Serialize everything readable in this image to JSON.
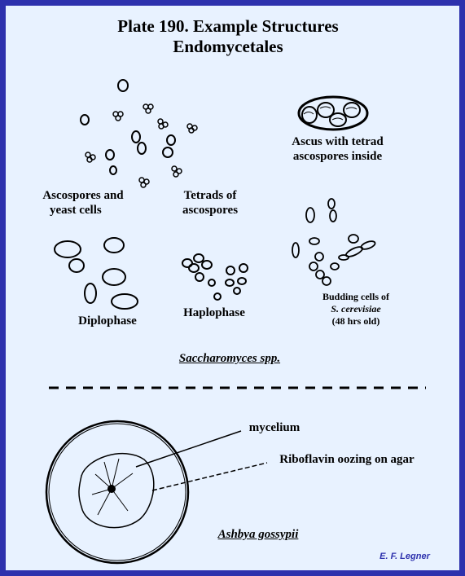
{
  "plate": {
    "title_line1": "Plate 190.  Example Structures",
    "title_line2": "Endomycetales"
  },
  "top_section": {
    "label_ascospores_line1": "Ascospores and",
    "label_ascospores_line2": "yeast cells",
    "label_tetrads_line1": "Tetrads of",
    "label_tetrads_line2": "ascospores",
    "label_ascus_line1": "Ascus with tetrad",
    "label_ascus_line2": "ascospores inside",
    "label_diplophase": "Diplophase",
    "label_haplophase": "Haplophase",
    "label_budding_line1": "Budding cells of",
    "label_budding_line2": "S. cerevisiae",
    "label_budding_line3": "(48 hrs old)",
    "genus_caption": "Saccharomyces spp."
  },
  "bottom_section": {
    "label_mycelium": "mycelium",
    "label_riboflavin": "Riboflavin oozing on agar",
    "species_caption": "Ashbya gossypii"
  },
  "credit": "E. F. Legner",
  "colors": {
    "frame_border": "#2d31ad",
    "background": "#e8f2ff",
    "credit_text": "#2d31ad",
    "ink": "#000000"
  }
}
